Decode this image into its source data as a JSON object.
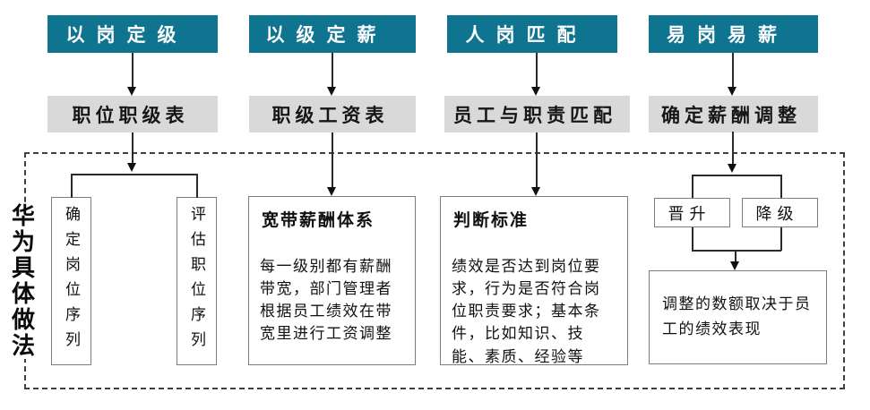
{
  "colors": {
    "header_bg": "#0e7490",
    "header_text": "#ffffff",
    "sub_bg": "#d9d9d9",
    "line": "#2a2a2a"
  },
  "diagram": {
    "side_label": "华为具体做法",
    "columns": [
      {
        "header": "以岗定级",
        "sub": "职位职级表",
        "branches": [
          "确定岗位序列",
          "评估职位序列"
        ]
      },
      {
        "header": "以级定薪",
        "sub": "职级工资表",
        "box_title": "宽带薪酬体系",
        "box_body": "每一级别都有薪酬带宽，部门管理者根据员工绩效在带宽里进行工资调整"
      },
      {
        "header": "人岗匹配",
        "sub": "员工与职责匹配",
        "box_title": "判断标准",
        "box_body": "绩效是否达到岗位要求，行为是否符合岗位职责要求；基本条件，比如知识、技能、素质、经验等"
      },
      {
        "header": "易岗易薪",
        "sub": "确定薪酬调整",
        "options": [
          "晋升",
          "降级"
        ],
        "result": "调整的数额取决于员工的绩效表现"
      }
    ]
  }
}
